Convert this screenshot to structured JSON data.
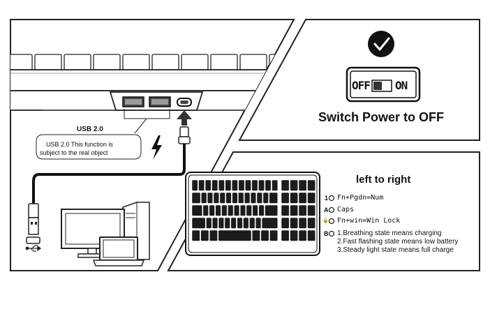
{
  "usb": {
    "title": "USB 2.0",
    "note_line1": "USB  2.0   This function is",
    "note_line2": "subject to the real object"
  },
  "power": {
    "switch_off": "OFF",
    "switch_on": "ON",
    "caption": "Switch Power to OFF"
  },
  "indicators": {
    "title": "left to right",
    "items": [
      {
        "id": "1",
        "text": "Fn+Pgdn=Num"
      },
      {
        "id": "A",
        "text": "Caps"
      },
      {
        "id": "🔒",
        "text": "Fn+win=Win Lock"
      },
      {
        "id": "B",
        "lines": [
          "1.Breathing state means charging",
          "2.Fast flashing state means low battery",
          "3.Steady light state means full charge"
        ]
      }
    ]
  },
  "icons": {
    "check": "checkmark-icon",
    "lightning": "lightning-icon",
    "usb": "usb-icon"
  }
}
